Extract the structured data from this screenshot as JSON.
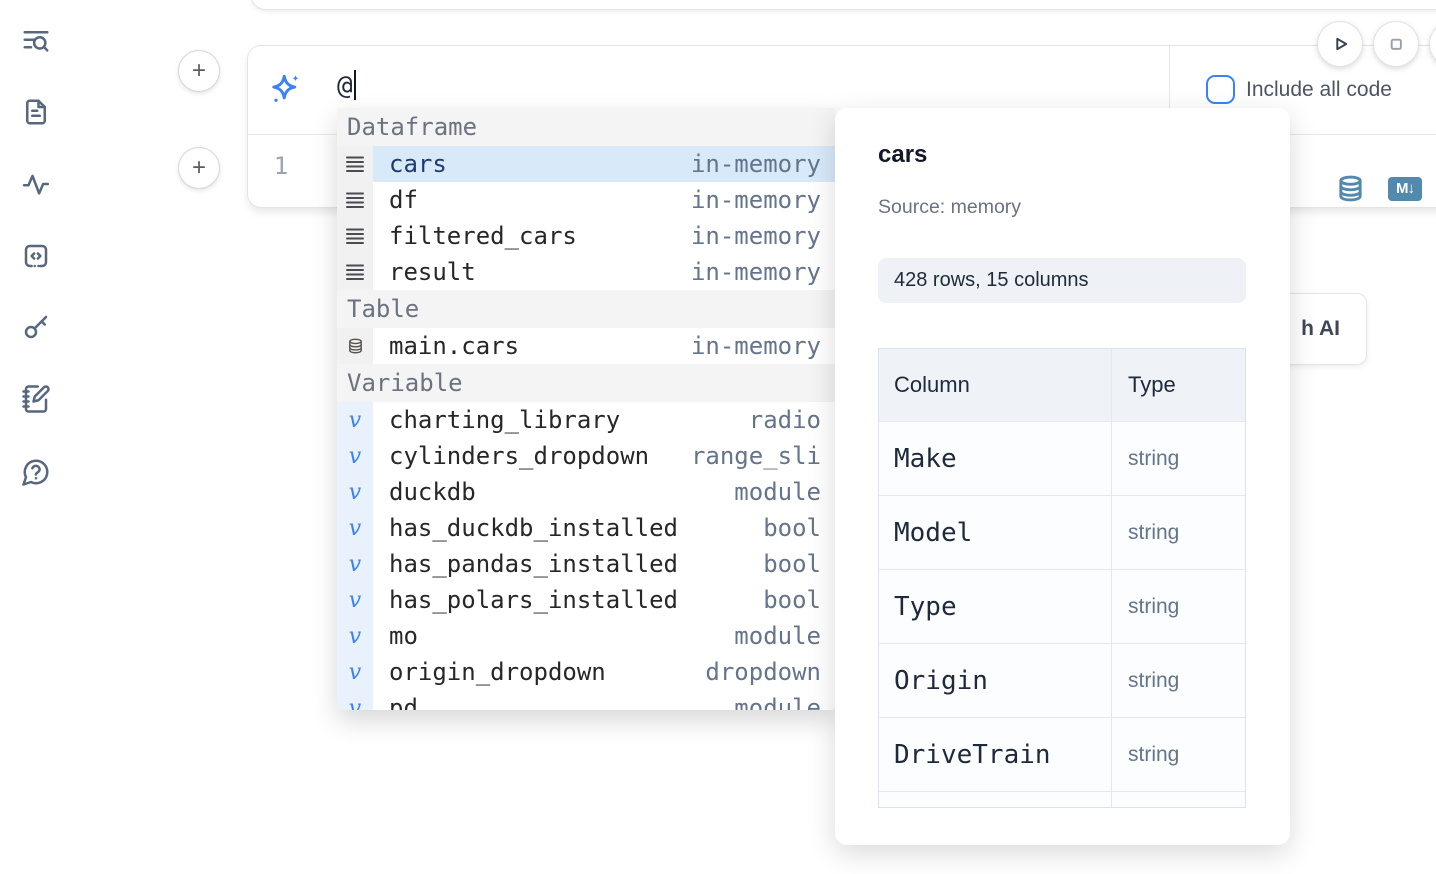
{
  "colors": {
    "accent": "#3b82f6",
    "steel": "#5289ad",
    "selection": "#d8e9fa"
  },
  "sidebar": {
    "icons": [
      {
        "name": "search-list-icon"
      },
      {
        "name": "document-icon"
      },
      {
        "name": "activity-icon"
      },
      {
        "name": "code-snippet-icon"
      },
      {
        "name": "key-icon"
      },
      {
        "name": "notebook-pen-icon"
      },
      {
        "name": "help-chat-icon"
      }
    ]
  },
  "controls": {
    "add_cell_label": "+",
    "run_icon": "play-icon",
    "stop_icon": "stop-icon"
  },
  "cell": {
    "ai_input": {
      "value": "@",
      "include_all_code_label": "Include all code"
    },
    "line_number": "1",
    "markdown_badge_label": "M↓",
    "icons": [
      "database-icon",
      "markdown-convert-icon"
    ]
  },
  "autocomplete": {
    "sections": [
      {
        "label": "Dataframe",
        "icon": "dataframe",
        "items": [
          {
            "name": "cars",
            "type": "in-memory",
            "selected": true
          },
          {
            "name": "df",
            "type": "in-memory"
          },
          {
            "name": "filtered_cars",
            "type": "in-memory"
          },
          {
            "name": "result",
            "type": "in-memory"
          }
        ]
      },
      {
        "label": "Table",
        "icon": "table",
        "items": [
          {
            "name": "main.cars",
            "type": "in-memory"
          }
        ]
      },
      {
        "label": "Variable",
        "icon": "variable",
        "items": [
          {
            "name": "charting_library",
            "type": "radio"
          },
          {
            "name": "cylinders_dropdown",
            "type": "range_sli"
          },
          {
            "name": "duckdb",
            "type": "module"
          },
          {
            "name": "has_duckdb_installed",
            "type": "bool"
          },
          {
            "name": "has_pandas_installed",
            "type": "bool"
          },
          {
            "name": "has_polars_installed",
            "type": "bool"
          },
          {
            "name": "mo",
            "type": "module"
          },
          {
            "name": "origin_dropdown",
            "type": "dropdown"
          },
          {
            "name": "pd",
            "type": "module"
          }
        ]
      }
    ]
  },
  "preview": {
    "title": "cars",
    "source": "Source: memory",
    "shape_badge": "428 rows, 15 columns",
    "table": {
      "headers": [
        "Column",
        "Type"
      ],
      "rows": [
        [
          "Make",
          "string"
        ],
        [
          "Model",
          "string"
        ],
        [
          "Type",
          "string"
        ],
        [
          "Origin",
          "string"
        ],
        [
          "DriveTrain",
          "string"
        ]
      ]
    }
  },
  "ai_button": {
    "label": "h AI"
  }
}
